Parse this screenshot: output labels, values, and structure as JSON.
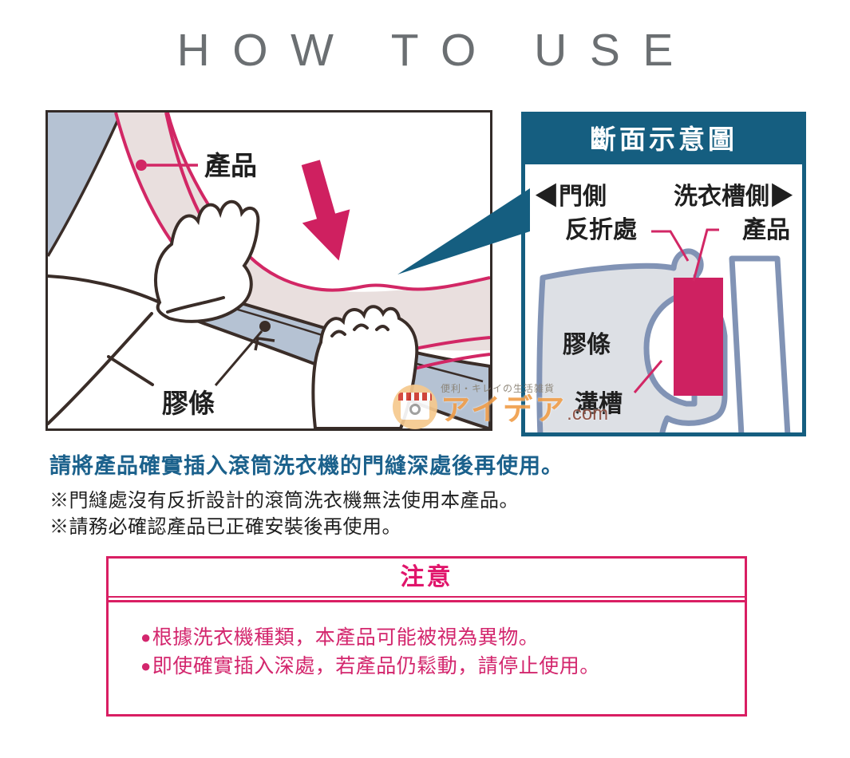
{
  "title": "HOW TO USE",
  "left_illustration": {
    "label_product": "產品",
    "label_rubber_strip": "膠條"
  },
  "cross_section": {
    "header": "斷面示意圖",
    "door_side": "◀門側",
    "tub_side": "洗衣槽側▶",
    "label_fold": "反折處",
    "label_product": "產品",
    "label_rubber_strip": "膠條",
    "label_groove": "溝槽"
  },
  "instructions": {
    "headline": "請將產品確實插入滾筒洗衣機的門縫深處後再使用。",
    "notes": [
      "※門縫處沒有反折設計的滾筒洗衣機無法使用本產品。",
      "※請務必確認產品已正確安裝後再使用。"
    ]
  },
  "caution": {
    "title": "注意",
    "bullet": "●",
    "items": [
      "根據洗衣機種類，本產品可能被視為異物。",
      "即使確實插入深處，若產品仍鬆動，請停止使用。"
    ]
  },
  "watermark": {
    "tagline": "便利・キレイの生活雑貨",
    "site_name": "アイデア",
    "site_tld": ".com"
  },
  "colors": {
    "teal": "#155e80",
    "headline_blue": "#1b618c",
    "magenta": "#d22765",
    "caution_pink": "#d91e63",
    "seal_blue_gray": "#b5c2d3",
    "strip_beige": "#e9dfde",
    "diagram_gray": "#dde0e5",
    "diagram_slate": "#8193b5",
    "line_dark": "#3a2d28",
    "title_gray": "#6b6f72"
  }
}
